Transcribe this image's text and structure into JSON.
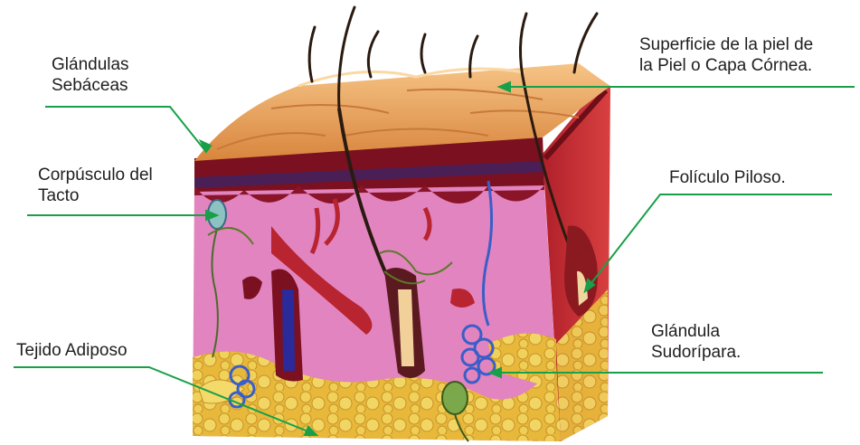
{
  "labels": {
    "glandulas_sebaceas": [
      "Glándulas",
      "Sebáceas"
    ],
    "corpusculo_tacto": [
      "Corpúsculo del",
      "Tacto"
    ],
    "tejido_adiposo": [
      "Tejido Adiposo"
    ],
    "superficie_piel": [
      "Superficie de la piel de",
      "la Piel o Capa Córnea."
    ],
    "foliculo_piloso": [
      "Folículo Piloso."
    ],
    "glandula_sudoripara": [
      "Glándula",
      "Sudorípara."
    ]
  },
  "colors": {
    "pointer": "#18a048",
    "epidermis": "#e8a25e",
    "dermis": "#e184c0",
    "fat": "#e8c240",
    "hair": "#2a1a10",
    "blood": "#a01818",
    "nerve": "#3a5ec8"
  }
}
